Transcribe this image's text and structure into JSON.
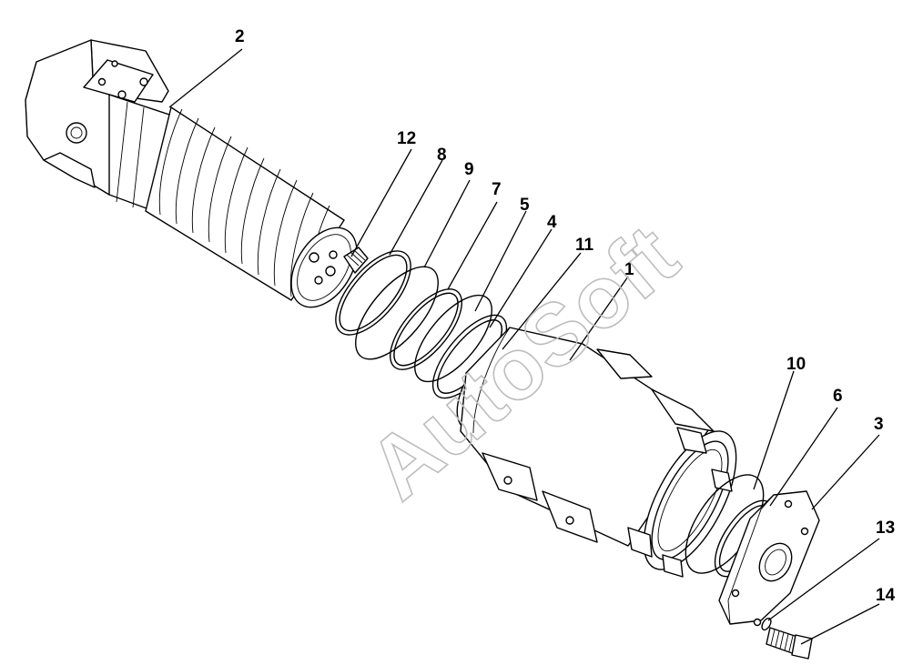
{
  "watermark": "AutoSoft",
  "callouts": [
    {
      "id": "2",
      "label": "2"
    },
    {
      "id": "12",
      "label": "12"
    },
    {
      "id": "8",
      "label": "8"
    },
    {
      "id": "9",
      "label": "9"
    },
    {
      "id": "7",
      "label": "7"
    },
    {
      "id": "5",
      "label": "5"
    },
    {
      "id": "4",
      "label": "4"
    },
    {
      "id": "11",
      "label": "11"
    },
    {
      "id": "1",
      "label": "1"
    },
    {
      "id": "10",
      "label": "10"
    },
    {
      "id": "6",
      "label": "6"
    },
    {
      "id": "3",
      "label": "3"
    },
    {
      "id": "13",
      "label": "13"
    },
    {
      "id": "14",
      "label": "14"
    }
  ],
  "colors": {
    "line": "#000000",
    "background": "#ffffff",
    "watermark": "#bdbdbd"
  }
}
